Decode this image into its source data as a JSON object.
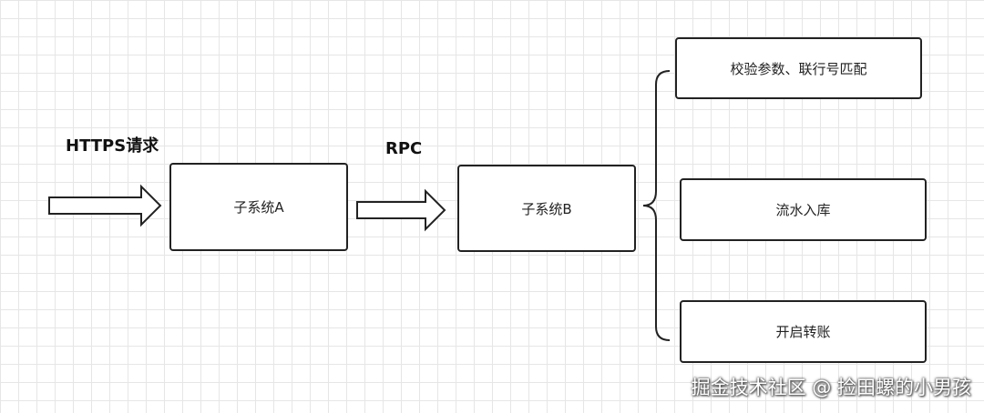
{
  "labels": {
    "https_request": "HTTPS请求",
    "rpc": "RPC"
  },
  "nodes": {
    "subsystem_a": "子系统A",
    "subsystem_b": "子系统B",
    "validate": "校验参数、联行号匹配",
    "persist": "流水入库",
    "transfer": "开启转账"
  },
  "watermark": "掘金技术社区 @ 捡田螺的小男孩",
  "colors": {
    "stroke": "#222222",
    "grid": "#e6e6e6",
    "background": "#ffffff"
  }
}
